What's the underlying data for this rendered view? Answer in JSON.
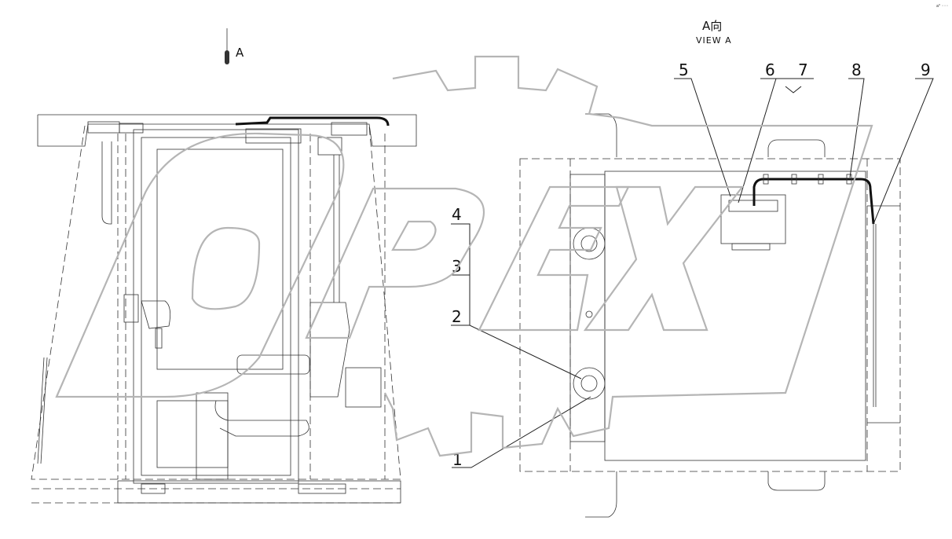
{
  "watermark": {
    "text": "OPEX",
    "color": "#b5b5b5"
  },
  "view_marker": {
    "label": "A"
  },
  "view_title": {
    "cn": "A向",
    "en": "VIEW A"
  },
  "callouts": [
    {
      "id": "c1",
      "label": "1"
    },
    {
      "id": "c2",
      "label": "2"
    },
    {
      "id": "c3",
      "label": "3"
    },
    {
      "id": "c4",
      "label": "4"
    },
    {
      "id": "c5",
      "label": "5"
    },
    {
      "id": "c6",
      "label": "6"
    },
    {
      "id": "c7",
      "label": "7"
    },
    {
      "id": "c8",
      "label": "8"
    },
    {
      "id": "c9",
      "label": "9"
    }
  ],
  "corner_mark": "a⁰ ◦◦◦"
}
